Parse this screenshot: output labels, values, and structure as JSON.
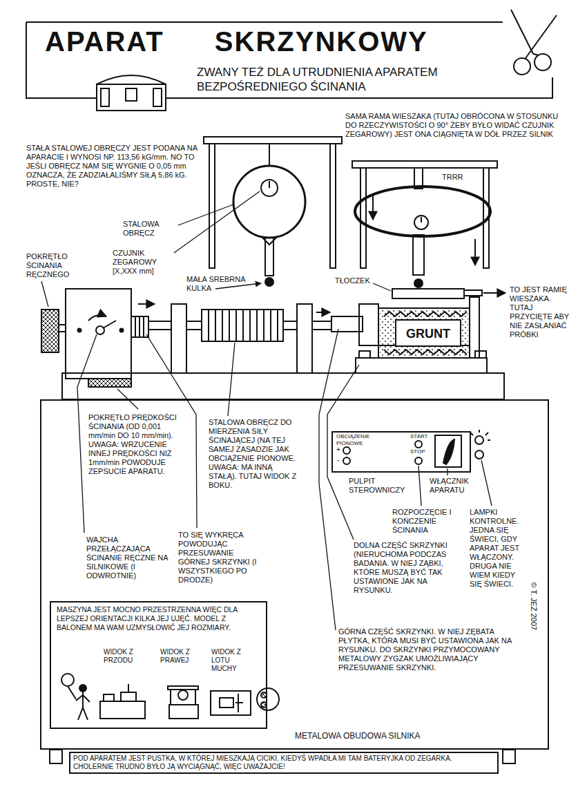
{
  "diagram": {
    "title": "APARAT SKRZYNKOWY",
    "nodes": [
      {
        "text": [
          "GRUNT"
        ]
      },
      {
        "text": [
          "METALOWA OBUDOWA SILNIKA"
        ]
      },
      {
        "text": [
          "OBCIĄŻENIE PIONOWE",
          "+",
          "-",
          "START",
          "STOP"
        ],
        "in": 1
      },
      {
        "text": [
          "MASZYNA JEST MOCNO PRZESTRZENNA WIĘC DLA LEPSZEJ ORIENTACJI KILKA JEJ UJĘĆ. MODEL Z BALONEM MA WAM UZMYSŁOWIĆ JEJ ROZMIARY.",
          "WIDOK Z PRZODU",
          "WIDOK Z PRAWEJ",
          "WIDOK Z LOTU MUCHY"
        ],
        "in": 1
      },
      {
        "text": [
          "POD APARATEM JEST PUSTKA, W KTÓREJ MIESZKAJĄ CICIKI. KIEDYŚ WPADŁA MI TAM BATERYJKA OD ZEGARKA. CHOLERNIE TRUDNO BYŁO JĄ WYCIĄGNĄĆ, WIĘC UWAŻAJCIE!"
        ]
      }
    ],
    "labels": [
      "ZWANY TEŻ DLA UTRUDNIENIA APARATEM BEZPOŚREDNIEGO ŚCINANIA",
      "SAMA RAMA WIESZAKA (TUTAJ OBRÓCONA W STOSUNKU DO RZECZYWISTOŚCI O 90° ŻEBY BYŁO WIDAĆ CZUJNIK ZEGAROWY) JEST ONA CIĄGNIĘTA W DÓŁ PRZEZ SILNIK",
      "STAŁA STALOWEJ OBRĘCZY JEST PODANA NA APARACIE I WYNOSI NP. 113,56 kG/mm. NO TO JEŚLI OBRĘCZ NAM SIĘ WYGNIE O 0,05 mm OZNACZA, ŻE ZADZIAŁALIŚMY SIŁĄ 5,86 kG. PROSTE, NIE?",
      "STALOWA OBRĘCZ",
      "CZUJNIK ZEGAROWY [X,XXX mm]",
      "TRRR",
      "POKRĘTŁO ŚCINANIA RĘCZNEGO",
      "MAŁA SREBRNA KULKA",
      "TŁOCZEK",
      "TO JEST RAMIĘ WIESZAKA. TUTAJ PRZYCIĘTE ABY NIE ZASŁANIAĆ PRÓBKI",
      "POKRĘTŁO PRĘDKOŚCI ŚCINANIA (OD 0,001 mm/min DO 10 mm/min). UWAGA: WRZUCENIE INNEJ PRĘDKOŚCI NIŻ 1mm/min POWODUJE ZEPSUCIE APARATU.",
      "STALOWA OBRĘCZ DO MIERZENIA SIŁY ŚCINAJĄCEJ (NA TEJ SAMEJ ZASADZIE JAK OBCIĄŻENIE PIONOWE. UWAGA: MA INNĄ STAŁĄ). TUTAJ WIDOK Z BOKU.",
      "PULPIT STEROWNICZY",
      "WŁĄCZNIK APARATU",
      "ROZPOCZĘCIE I KOŃCZENIE ŚCINANIA",
      "LAMPKI KONTROLNE. JEDNA SIĘ ŚWIECI, GDY APARAT JEST WŁĄCZONY. DRUGA NIE WIEM KIEDY SIĘ ŚWIECI.",
      "WAJCHA PRZEŁĄCZAJĄCA ŚCINANIE RĘCZNE NA SILNIKOWE (I ODWROTNIE)",
      "TO SIĘ WYKRĘCA POWODUJĄC PRZESUWANIE GÓRNEJ SKRZYNKI (I WSZYSTKIEGO PO DRODZE)",
      "DOLNA CZĘŚĆ SKRZYNKI (NIERUCHOMA PODCZAS BADANIA. W NIEJ ZĄBKI, KTÓRE MUSZĄ BYĆ TAK USTAWIONE JAK NA RYSUNKU.",
      "GÓRNA CZĘŚĆ SKRZYNKI. W NIEJ ZĘBATA PŁYTKA, KTÓRA MUSI BYĆ USTAWIONA JAK NA RYSUNKU. DO SKRZYNKI PRZYMOCOWANY METALOWY ZYGZAK UMOŻLIWIAJĄCY PRZESUWANIE SKRZYNKI.",
      "© T. JEŻ 2007"
    ]
  }
}
